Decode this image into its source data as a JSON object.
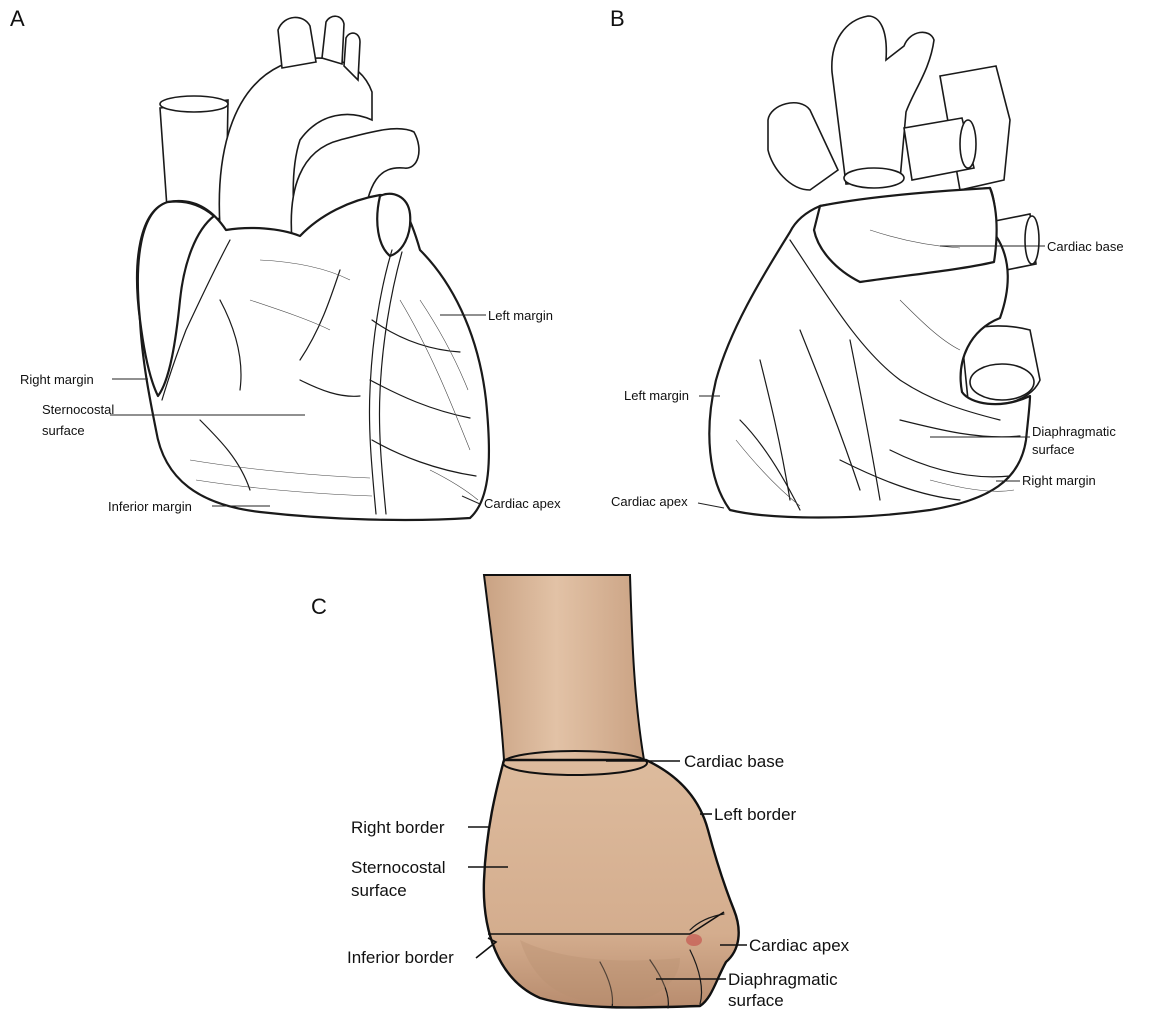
{
  "panels": {
    "a": {
      "letter": "A",
      "labels": {
        "left_margin": "Left margin",
        "right_margin": "Right margin",
        "sternocostal_line1": "Sternocostal",
        "sternocostal_line2": "surface",
        "inferior_margin": "Inferior margin",
        "cardiac_apex": "Cardiac apex"
      }
    },
    "b": {
      "letter": "B",
      "labels": {
        "cardiac_base": "Cardiac base",
        "left_margin": "Left margin",
        "diaphragmatic_line1": "Diaphragmatic",
        "diaphragmatic_line2": "surface",
        "right_margin": "Right margin",
        "cardiac_apex": "Cardiac apex"
      }
    },
    "c": {
      "letter": "C",
      "labels": {
        "cardiac_base": "Cardiac base",
        "left_border": "Left border",
        "right_border": "Right border",
        "sternocostal_line1": "Sternocostal",
        "sternocostal_line2": "surface",
        "inferior_border": "Inferior border",
        "cardiac_apex": "Cardiac apex",
        "diaphragmatic_line1": "Diaphragmatic",
        "diaphragmatic_line2": "surface"
      }
    }
  },
  "colors": {
    "skin": "#d9b79a",
    "skin_shadow": "#b88f72",
    "ink": "#1a1a1a"
  }
}
